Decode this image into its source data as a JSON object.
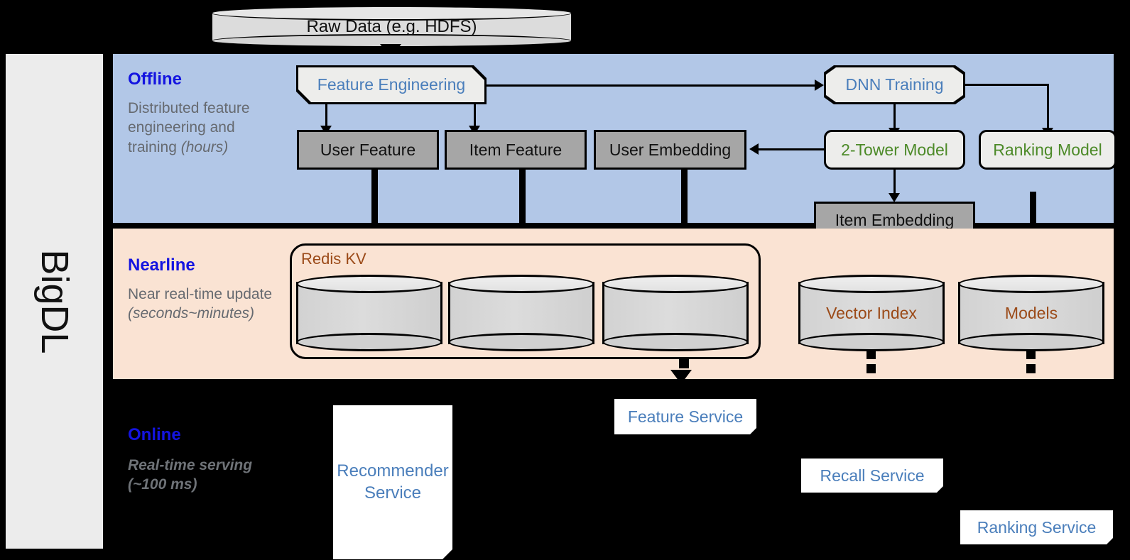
{
  "framework": {
    "name": "BigDL"
  },
  "source": {
    "label": "Raw Data (e.g. HDFS)"
  },
  "stages": {
    "offline": {
      "title": "Offline",
      "description": "Distributed feature engineering and training ",
      "description_em": "(hours)",
      "color": "#B2C7E7"
    },
    "nearline": {
      "title": "Nearline",
      "description": "Near real-time update ",
      "description_em": "(seconds~minutes)",
      "color": "#FAE3D3"
    },
    "online": {
      "title": "Online",
      "description": "Real-time serving ",
      "description_em": "(~100 ms)",
      "color": "#000000"
    }
  },
  "offline_nodes": {
    "feature_engineering": "Feature Engineering",
    "dnn_training": "DNN Training",
    "user_feature": "User Feature",
    "item_feature": "Item Feature",
    "user_embedding": "User Embedding",
    "two_tower_model": "2-Tower Model",
    "ranking_model": "Ranking Model",
    "item_embedding": "Item Embedding"
  },
  "nearline_nodes": {
    "redis_group": "Redis KV",
    "store_1": "",
    "store_2": "",
    "store_3": "",
    "vector_index": "Vector Index",
    "models": "Models"
  },
  "online_nodes": {
    "recommender_service": "Recommender Service",
    "feature_service": "Feature Service",
    "recall_service": "Recall Service",
    "ranking_service": "Ranking Service"
  },
  "colors": {
    "stage_title": "#1414E0",
    "stage_desc": "#666A70",
    "process_blue": "#4A7EBB",
    "model_green": "#4C8A28",
    "store_brown": "#9B4A18",
    "data_gray": "#A6A6A6",
    "offline_bg": "#B2C7E7",
    "nearline_bg": "#FAE3D3",
    "online_bg": "#000000",
    "sidebar_bg": "#ECECEC"
  }
}
